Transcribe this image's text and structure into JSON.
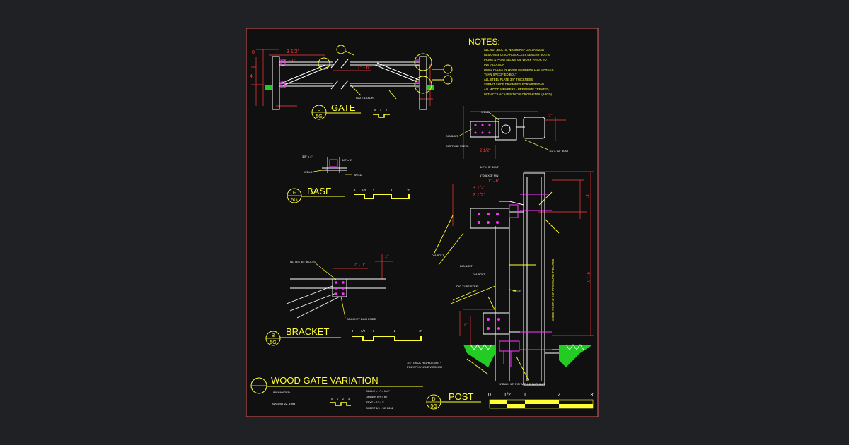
{
  "notes": {
    "title": "NOTES:",
    "lines": [
      "ALL NUT, BOLTS, WASHERS - GALVANIZED",
      "REMOVE & DISCARD EXCESS LENGTH BOLTS",
      "PRIME & PAINT ALL METAL WORK PRIOR TO",
      "INSTALLATION",
      "DRILL HOLES IN WOOD MEMBERS 1/16\" LARGER",
      "THAN SPECIFIED BOLT",
      "ALL STEEL PLATE 3/8\" THICKNESS",
      "SUBMIT SHOP DRAWINGS FOR APPROVAL",
      "ALL WOOD MEMBERS - PRESSURE TREATED,",
      "WITH CCA/ACA/PENTACHLOROPHENOL (APCD)"
    ]
  },
  "details": {
    "gate": {
      "title": "GATE",
      "letter": "U",
      "sheet": "5G"
    },
    "base": {
      "title": "BASE",
      "letter": "F",
      "sheet": "5G"
    },
    "bracket": {
      "title": "BRACKET",
      "letter": "B",
      "sheet": "5G"
    },
    "post": {
      "title": "POST",
      "letter": "D",
      "sheet": "5G"
    }
  },
  "labels": {
    "gate_latch": "GATE LATCH",
    "weld": "WELD",
    "tube_steel": "DIG TUBE STEEL",
    "tube_steel_b": "DIG TUBE STEEL",
    "bolt_a": "3/4\" X 3\" BOLT",
    "bolt_b": "1/2\"X 12\" BOLT",
    "pin": "1\"DIA X 3\" PIN",
    "thru_bolts": "NOTES 3/4\" BOLTS",
    "bracket_each": "BRACKET EACH SIDE",
    "post_vertical": "WOOD POST 4\" X 6\" PRESSURE TREATED",
    "plate_a": "3/8\" x 4\"",
    "plate_b": "3/8\" x 4\"",
    "polyethylene": "1/4\" THICK HIGH DENSITY",
    "polyethylene_b": "POLYETHYLENE WASHER",
    "embed": "1\"DIA X 12\" PIN WITH 4\" BUSHING",
    "dia_a": "DIA BOLT",
    "dia_b": "DIA BOLT",
    "dia_c": "DIA BOLT"
  },
  "dims": {
    "d1": "2\" - 0\"",
    "d2": "3 1/2\"",
    "d3": "2 1/2\"",
    "d4": "1\" - 6\"",
    "d5": "5\" - 0\"",
    "d6": "1\"",
    "d7": "2\"",
    "d8": "8\""
  },
  "title_block": {
    "title": "WOOD GATE VARIATION",
    "line1": "UNCHANGED",
    "line2": "AUGUST 22, 1993",
    "scale1": "SCALE = 1\" = 1'-0\"",
    "scale2": "DRAWN BY = KT",
    "scale3": "TEXT = 1\" = 1'",
    "scale4": "SHEET 1/1 - 5G 2002"
  },
  "scale_bars": {
    "main": [
      "0",
      "1/2",
      "1",
      "2",
      "3'"
    ],
    "small": [
      "0",
      "1/2",
      "1",
      "2",
      "3'"
    ]
  },
  "colors": {
    "background": "#202124",
    "frame": "#e06060",
    "structure": "#ffffff",
    "dimension": "#ff3b3b",
    "annotation": "#ffff33",
    "bolt": "#ff33ff",
    "ground": "#22cc22"
  }
}
